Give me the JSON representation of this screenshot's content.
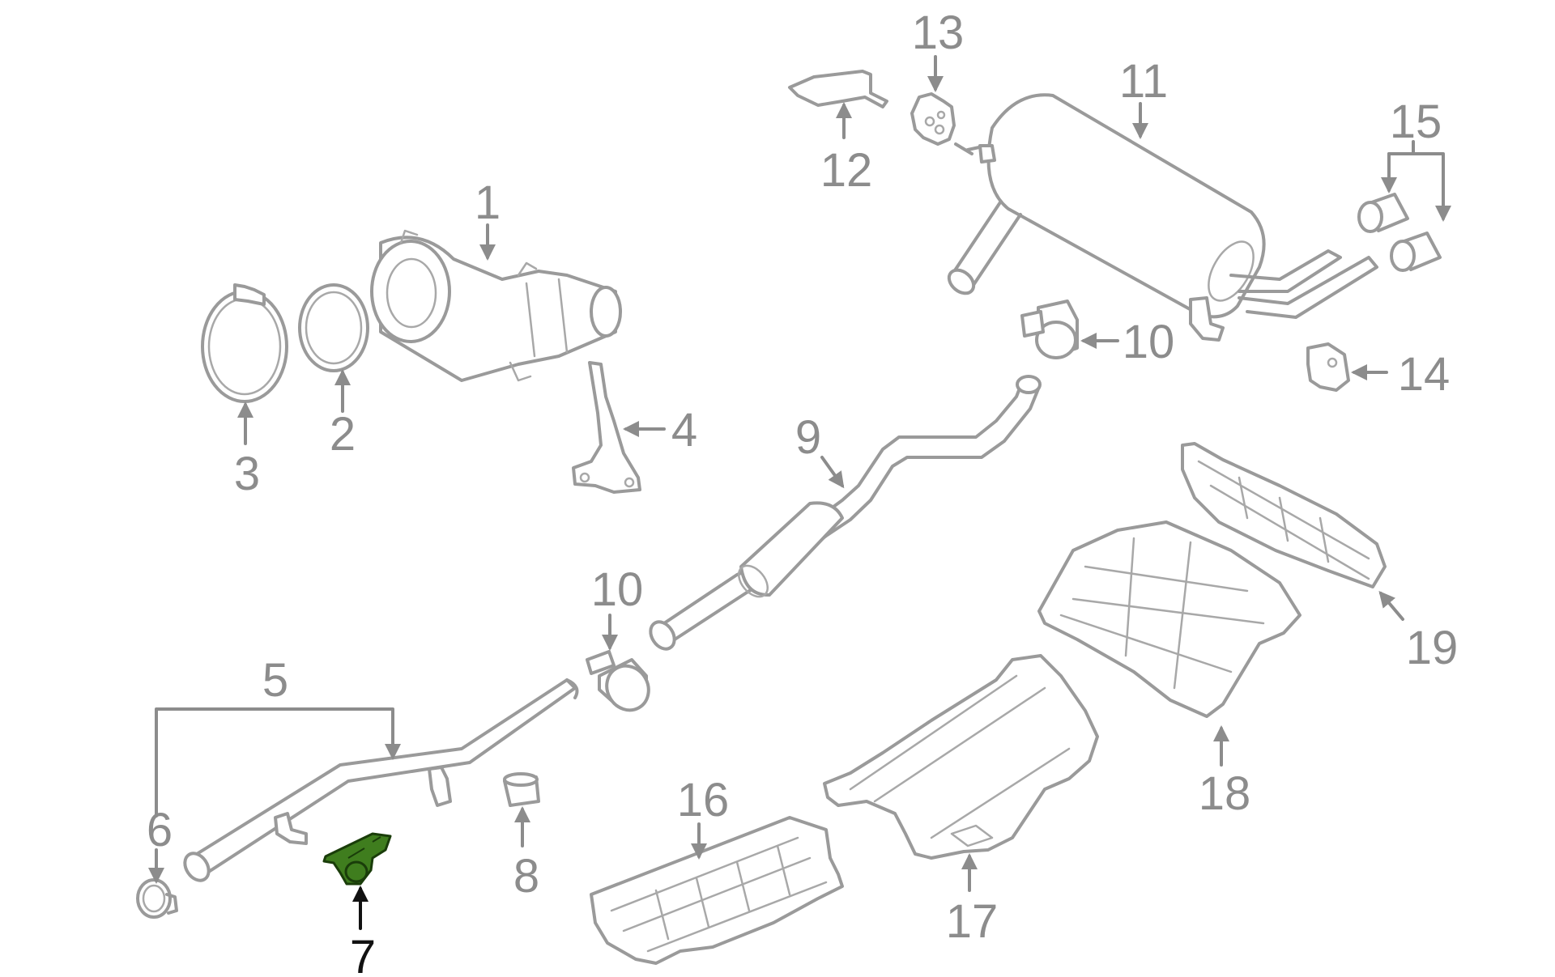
{
  "diagram": {
    "title": "",
    "highlight_color": "#3f7d1e",
    "line_color": "#9a9a9a",
    "callouts": [
      "1",
      "2",
      "3",
      "4",
      "5",
      "6",
      "7",
      "8",
      "9",
      "10",
      "10",
      "11",
      "12",
      "13",
      "14",
      "15",
      "16",
      "17",
      "18",
      "19"
    ]
  }
}
